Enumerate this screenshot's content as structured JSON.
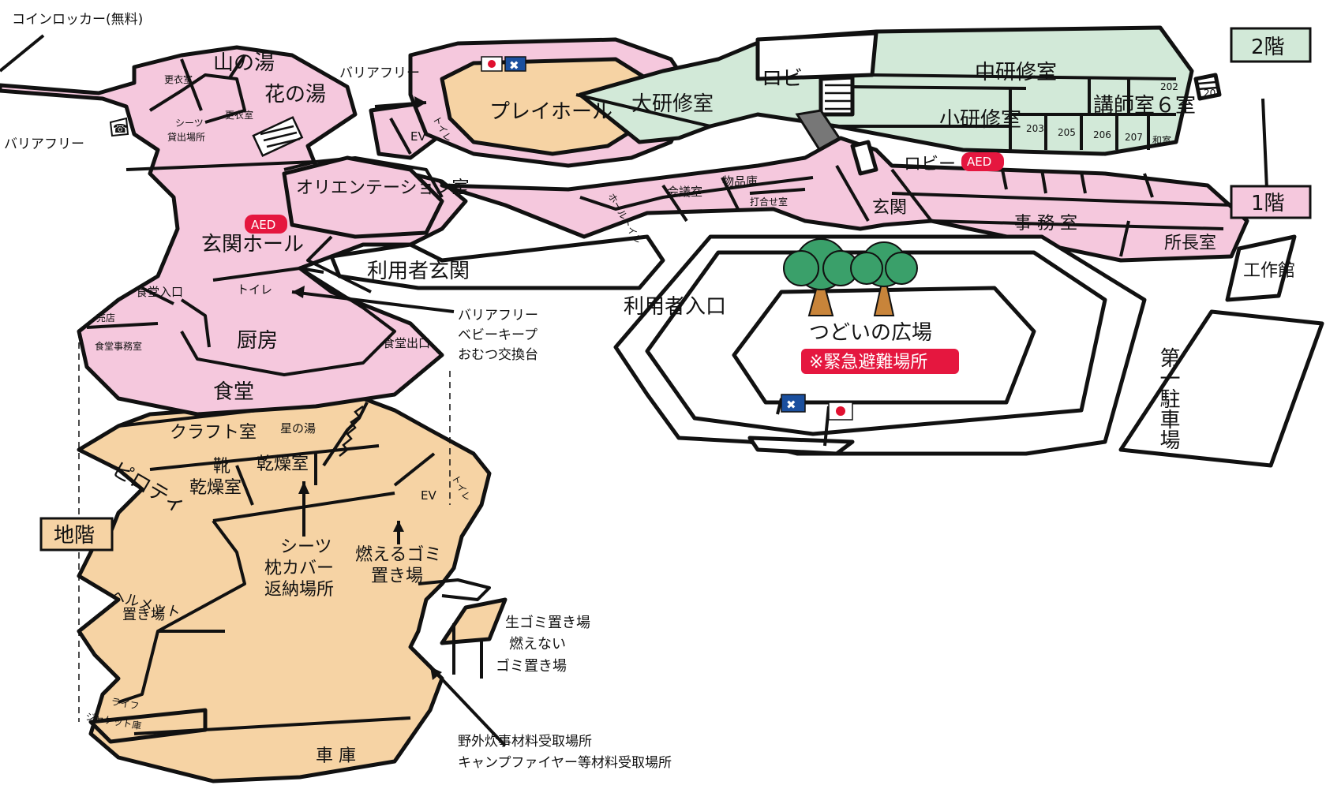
{
  "floors": {
    "f2": "2階",
    "f1": "1階",
    "b": "地階"
  },
  "callouts": {
    "coin_locker": "コインロッカー(無料)",
    "barrier_free_top": "バリアフリー",
    "barrier_free_left": "バリアフリー",
    "barrier_baby_1": "バリアフリー",
    "barrier_baby_2": "ベビーキープ",
    "barrier_baby_3": "おむつ交換台",
    "outdoor_1": "野外炊事材料受取場所",
    "outdoor_2": "キャンプファイヤー等材料受取場所"
  },
  "rooms": {
    "yama_no_yu": "山の湯",
    "hana_no_yu": "花の湯",
    "koui_1": "更衣室",
    "koui_2": "更衣室",
    "sheets_1": "シーツ",
    "sheets_2": "貸出場所",
    "ev_1": "EV",
    "toilet_1": "トイレ",
    "play_hall": "プレイホール",
    "dai_kenshu": "大研修室",
    "lobby_2f": "ロビー",
    "chu_kenshu": "中研修室",
    "sho_kenshu": "小研修室",
    "koshi": "講師室６室",
    "r202": "202",
    "r201": "201",
    "r203": "203",
    "r205": "205",
    "r206": "206",
    "r207": "207",
    "washitsu": "和室",
    "orientation": "オリエンテーション室",
    "aed_1": "AED",
    "aed_2": "AED",
    "genkan_hall": "玄関ホール",
    "riyosha_genkan": "利用者玄関",
    "riyosha_iriguchi": "利用者入口",
    "hall_toilet": "ホールトイレ",
    "kaigi": "会議室",
    "buppin": "物品庫",
    "uchiawase": "打合せ室",
    "lobby_1f": "ロビー",
    "genkan": "玄関",
    "jimu": "事 務 室",
    "shocho": "所長室",
    "kosaku": "工作館",
    "parking": "第一駐車場",
    "tsudoi": "つどいの広場",
    "kinkyu": "※緊急避難場所",
    "shokudo_iri": "食堂入口",
    "baiten": "売店",
    "shokudo_jimu": "食堂事務室",
    "toilet_2": "トイレ",
    "chubo": "厨房",
    "shokudo_de": "食堂出口",
    "shokudo": "食堂",
    "craft": "クラフト室",
    "hoshi_no_yu": "星の湯",
    "kutsu_1": "靴",
    "kutsu_2": "乾燥室",
    "kanso": "乾燥室",
    "pilotti": "ピロティ",
    "ev_2": "EV",
    "toilet_3": "トイレ",
    "sheets_ret_1": "シーツ",
    "sheets_ret_2": "枕カバー",
    "sheets_ret_3": "返納場所",
    "moeru_1": "燃えるゴミ",
    "moeru_2": "置き場",
    "nama_1": "生ゴミ置き場",
    "nama_2": "燃えない",
    "nama_3": "ゴミ置き場",
    "helmet_1": "ヘルメット",
    "helmet_2": "置き場",
    "life_1": "ライフ",
    "life_2": "ジャケット庫",
    "shako": "車 庫"
  }
}
